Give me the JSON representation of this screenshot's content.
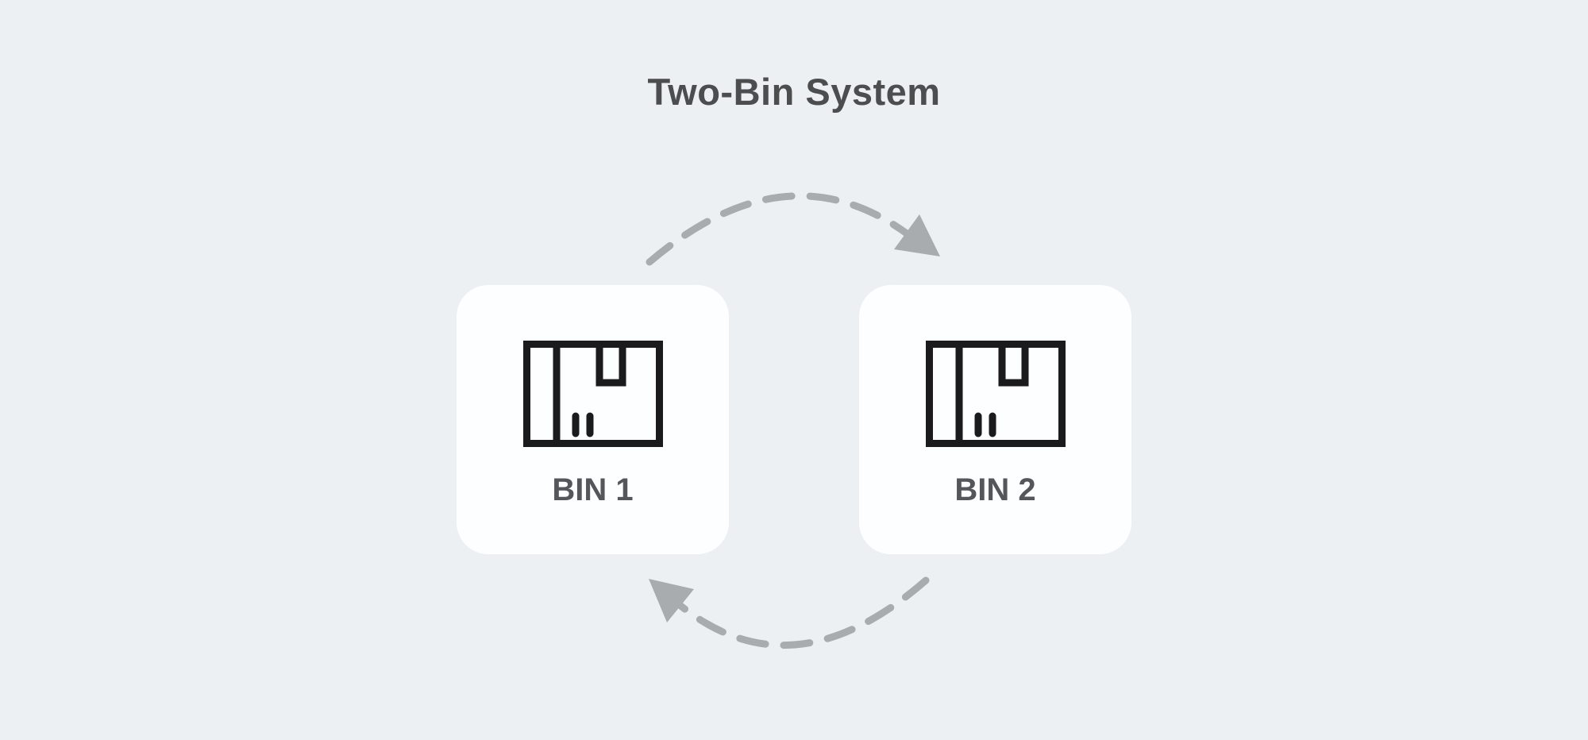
{
  "page": {
    "title": "Two-Bin System",
    "background_color": "#ECF0F3",
    "title_color": "#4B4D4F"
  },
  "diagram": {
    "type": "cycle",
    "bins": [
      {
        "label": "BIN 1",
        "icon": "package-box-icon"
      },
      {
        "label": "BIN 2",
        "icon": "package-box-icon"
      }
    ],
    "arrows": [
      {
        "name": "top-arrow",
        "from": "BIN 1",
        "to": "BIN 2",
        "style": "dashed-curve"
      },
      {
        "name": "bottom-arrow",
        "from": "BIN 2",
        "to": "BIN 1",
        "style": "dashed-curve"
      }
    ],
    "colors": {
      "card_background": "#FDFEFF",
      "icon_stroke": "#1B1B1D",
      "label_color": "#54565A",
      "arrow_color": "#A9ACAF"
    }
  }
}
